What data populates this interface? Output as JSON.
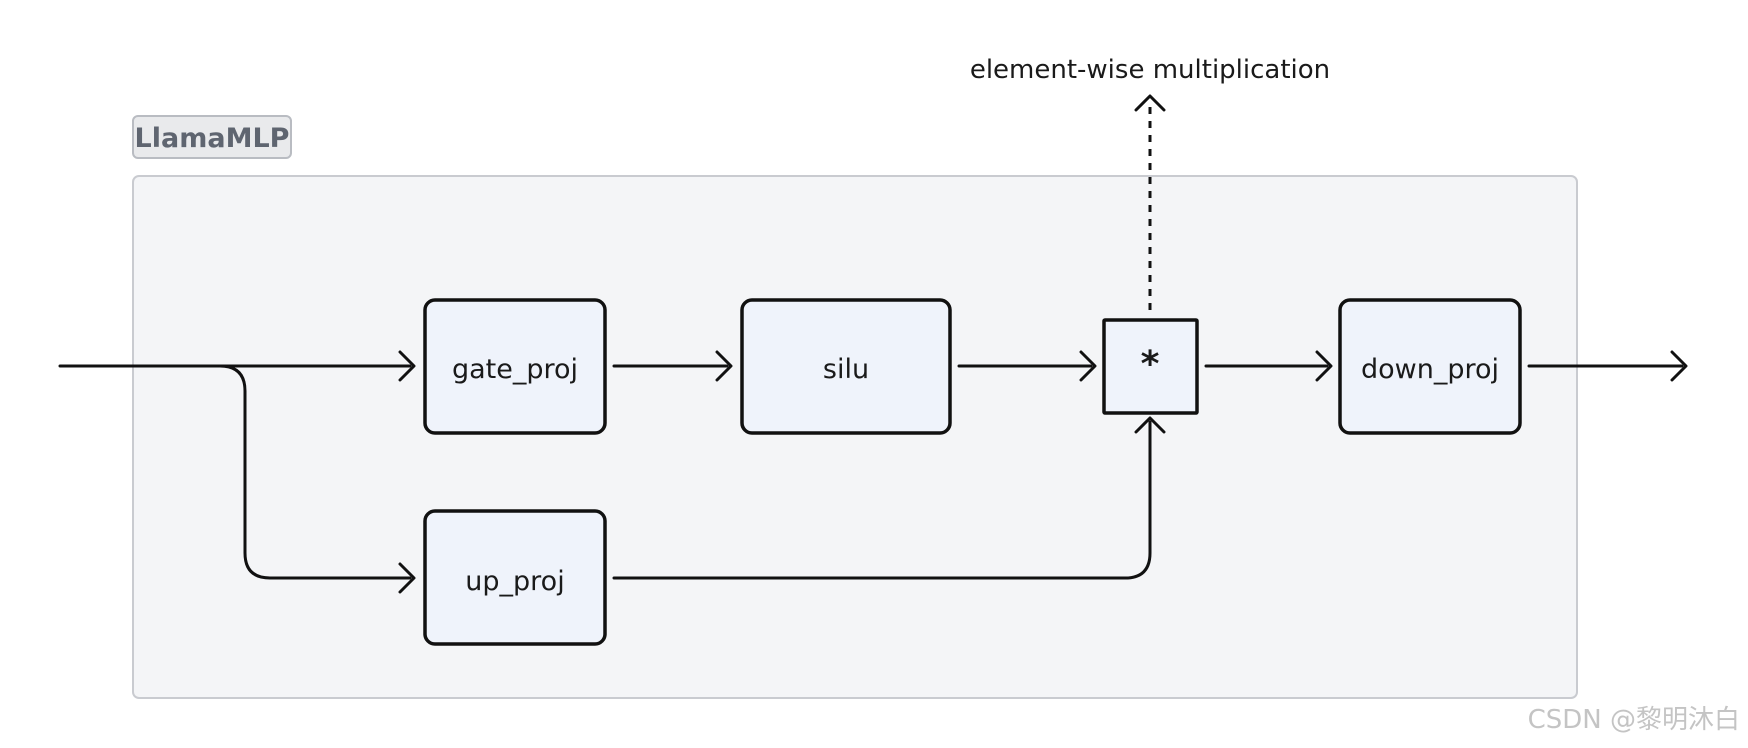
{
  "group": {
    "label": "LlamaMLP"
  },
  "nodes": {
    "gate_proj": "gate_proj",
    "silu": "silu",
    "up_proj": "up_proj",
    "multiply": "*",
    "down_proj": "down_proj"
  },
  "annotation": {
    "multiply_note": "element-wise multiplication"
  },
  "watermark": "CSDN @黎明沐白",
  "colors": {
    "node_fill": "#eff3fb",
    "group_fill": "#f4f5f7",
    "stroke": "#111111"
  }
}
